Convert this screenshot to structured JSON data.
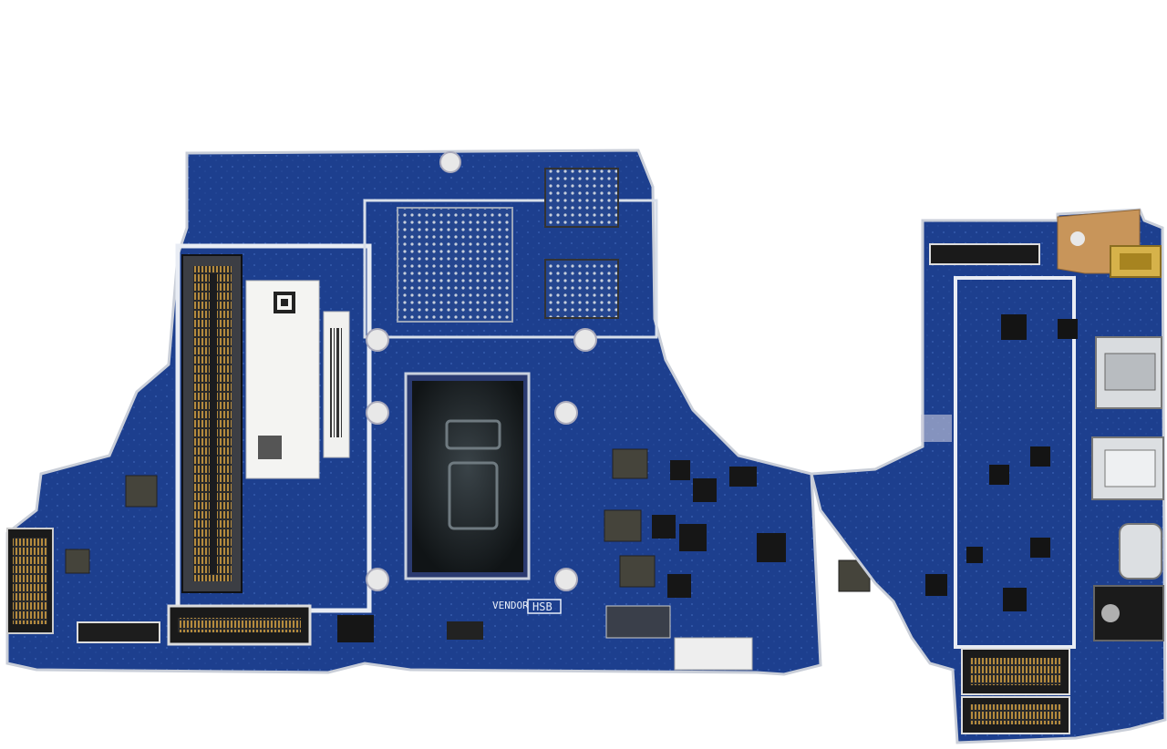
{
  "board": {
    "pcb_color": "#1d3f8e",
    "pcb_dark": "#15306e",
    "silkscreen_color": "#dfe7f5",
    "copper_color": "#c8955a",
    "markings": {
      "vendor_text": "VENDOR",
      "hsb_text": "HSB"
    },
    "components": {
      "cpu": "cpu-package",
      "pch_bga": "bga-chip",
      "ram_slot": "so-dimm-slot",
      "m2_slot_left": "m2-connector",
      "m2_slot_right": "m2-connector",
      "usb_c_port": "usb-c-port",
      "hdmi_port": "hdmi-port",
      "usb_a_port": "usb-a-port",
      "audio_jack": "audio-jack",
      "dc_port": "dc-in-port"
    }
  }
}
